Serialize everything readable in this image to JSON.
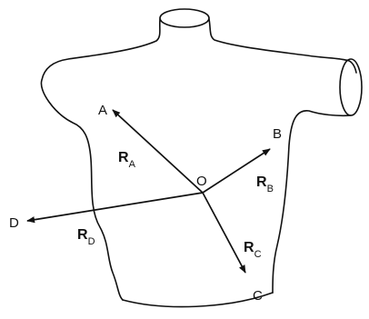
{
  "figure": {
    "origin_label": "O",
    "points": {
      "A": "A",
      "B": "B",
      "C": "C",
      "D": "D"
    },
    "vectors": {
      "RA": {
        "main": "R",
        "sub": "A"
      },
      "RB": {
        "main": "R",
        "sub": "B"
      },
      "RC": {
        "main": "R",
        "sub": "C"
      },
      "RD": {
        "main": "R",
        "sub": "D"
      }
    }
  }
}
